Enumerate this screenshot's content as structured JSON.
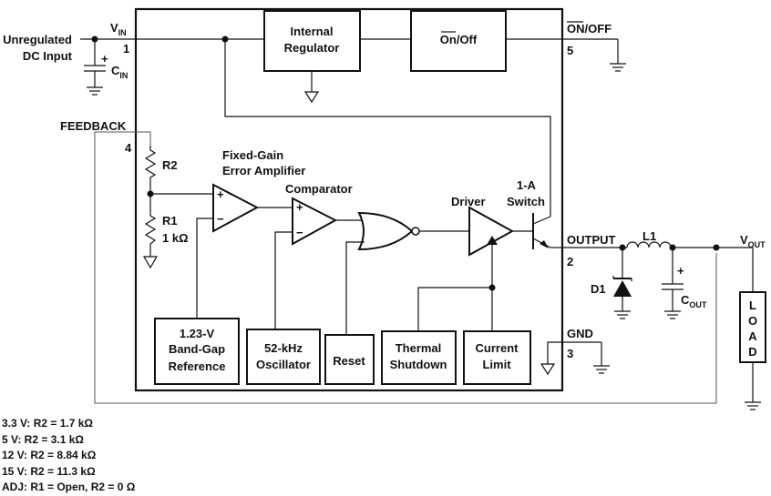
{
  "pins": {
    "vin": {
      "label": "V",
      "sub": "IN",
      "num": "1"
    },
    "feedback": {
      "label": "FEEDBACK",
      "num": "4"
    },
    "onoff": {
      "label": "ON/OFF",
      "num": "5"
    },
    "output": {
      "label": "OUTPUT",
      "num": "2"
    },
    "gnd": {
      "label": "GND",
      "num": "3"
    }
  },
  "external": {
    "input_label_1": "Unregulated",
    "input_label_2": "DC Input",
    "cin": {
      "label": "C",
      "sub": "IN"
    },
    "cout": {
      "label": "C",
      "sub": "OUT"
    },
    "vout": {
      "label": "V",
      "sub": "OUT"
    },
    "l1": "L1",
    "d1": "D1",
    "load_letters": [
      "L",
      "O",
      "A",
      "D"
    ],
    "plus": "+"
  },
  "internal": {
    "regulator": [
      "Internal",
      "Regulator"
    ],
    "onoff_block": "On/Off",
    "r2": "R2",
    "r1": "R1",
    "r1_value": "1 kΩ",
    "amp_label": [
      "Fixed-Gain",
      "Error Amplifier"
    ],
    "comparator": "Comparator",
    "driver": "Driver",
    "switch_label": [
      "1-A",
      "Switch"
    ],
    "bandgap": [
      "1.23-V",
      "Band-Gap",
      "Reference"
    ],
    "oscillator": [
      "52-kHz",
      "Oscillator"
    ],
    "reset": "Reset",
    "thermal": [
      "Thermal",
      "Shutdown"
    ],
    "current_limit": [
      "Current",
      "Limit"
    ],
    "plus": "+",
    "minus": "−"
  },
  "notes": [
    "3.3 V: R2 = 1.7 kΩ",
    "5 V: R2 = 3.1 kΩ",
    "12 V: R2 = 8.84 kΩ",
    "15 V: R2 = 11.3 kΩ",
    "ADJ: R1 = Open, R2 = 0 Ω"
  ]
}
